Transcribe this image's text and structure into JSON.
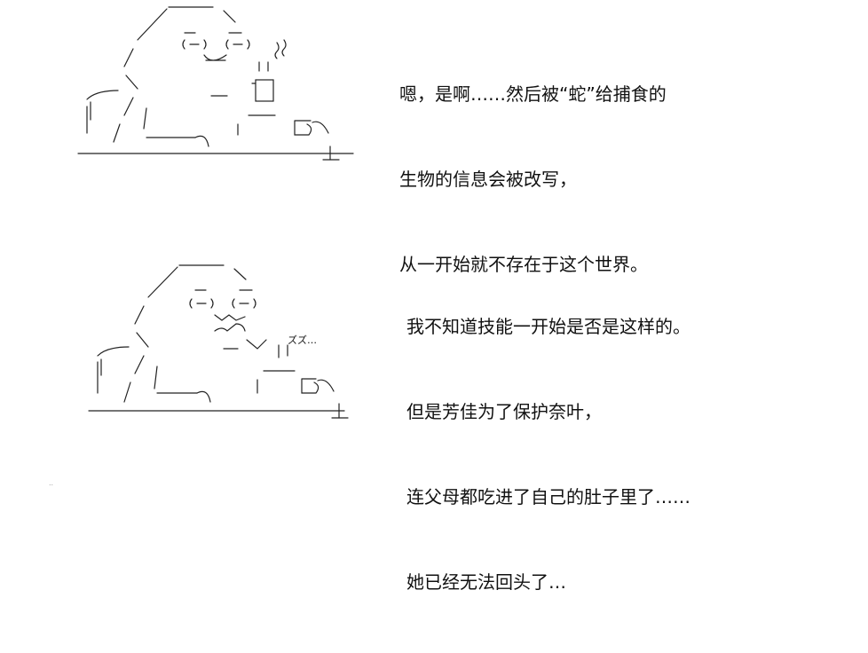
{
  "panels": [
    {
      "narration": [
        "嗯，是啊……然后被“蛇”给捕食的",
        "生物的信息会被改写，",
        "从一开始就不存在于这个世界。"
      ]
    },
    {
      "narration": [
        "我不知道技能一开始是否是这样的。",
        "但是芳佳为了保护奈叶，",
        "连父母都吃进了自己的肚子里了……",
        "她已经无法回头了…"
      ],
      "sfx": "ズズ…"
    }
  ],
  "footer_mark": ".."
}
